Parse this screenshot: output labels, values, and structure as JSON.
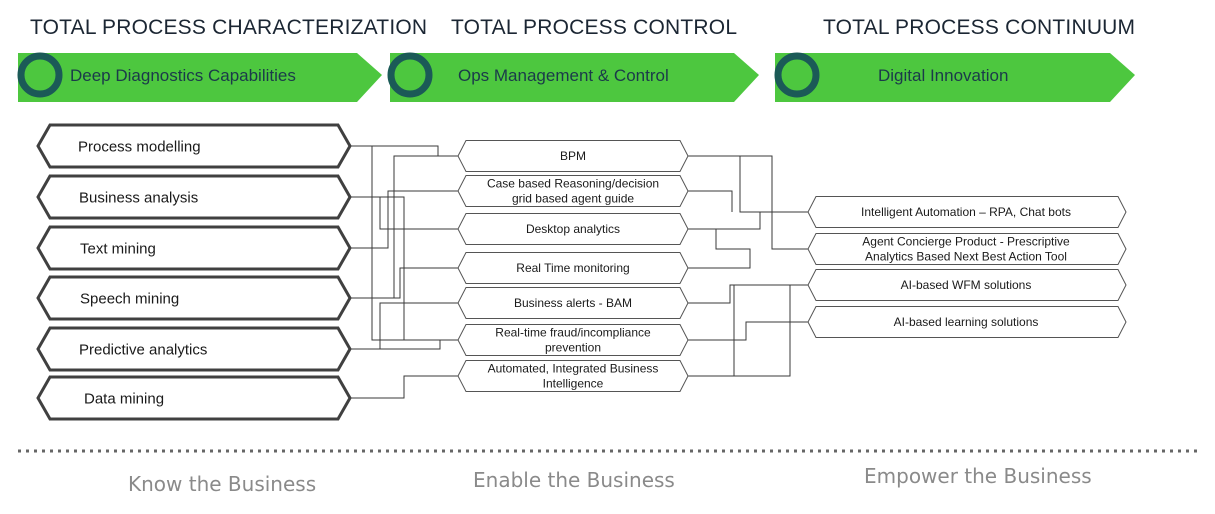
{
  "headers": [
    "TOTAL PROCESS CHARACTERIZATION",
    "TOTAL PROCESS CONTROL",
    "TOTAL PROCESS CONTINUUM"
  ],
  "arrows": [
    "Deep Diagnostics Capabilities",
    "Ops Management & Control",
    "Digital Innovation"
  ],
  "characterization_items": [
    "Process modelling",
    "Business analysis",
    "Text mining",
    "Speech mining",
    "Predictive analytics",
    "Data mining"
  ],
  "control_items": [
    [
      "BPM"
    ],
    [
      "Case based Reasoning/decision",
      "grid based agent guide"
    ],
    [
      "Desktop analytics"
    ],
    [
      "Real Time monitoring"
    ],
    [
      "Business alerts - BAM"
    ],
    [
      "Real-time fraud/incompliance",
      "prevention"
    ],
    [
      "Automated, Integrated Business",
      "Intelligence"
    ]
  ],
  "continuum_items": [
    [
      "Intelligent Automation – RPA, Chat bots"
    ],
    [
      "Agent Concierge Product - Prescriptive",
      "Analytics Based Next Best Action Tool"
    ],
    [
      "AI-based WFM solutions"
    ],
    [
      "AI-based learning solutions"
    ]
  ],
  "footers": [
    "Know the Business",
    "Enable the Business",
    "Empower the Business"
  ],
  "colors": {
    "arrow_green": "#4dc73f",
    "circle_ring": "#1b5a57",
    "header_text": "#1b2633",
    "footer_text": "#8a8a8a",
    "connector": "#3a3a3a",
    "big_hex_border": "#404040"
  }
}
